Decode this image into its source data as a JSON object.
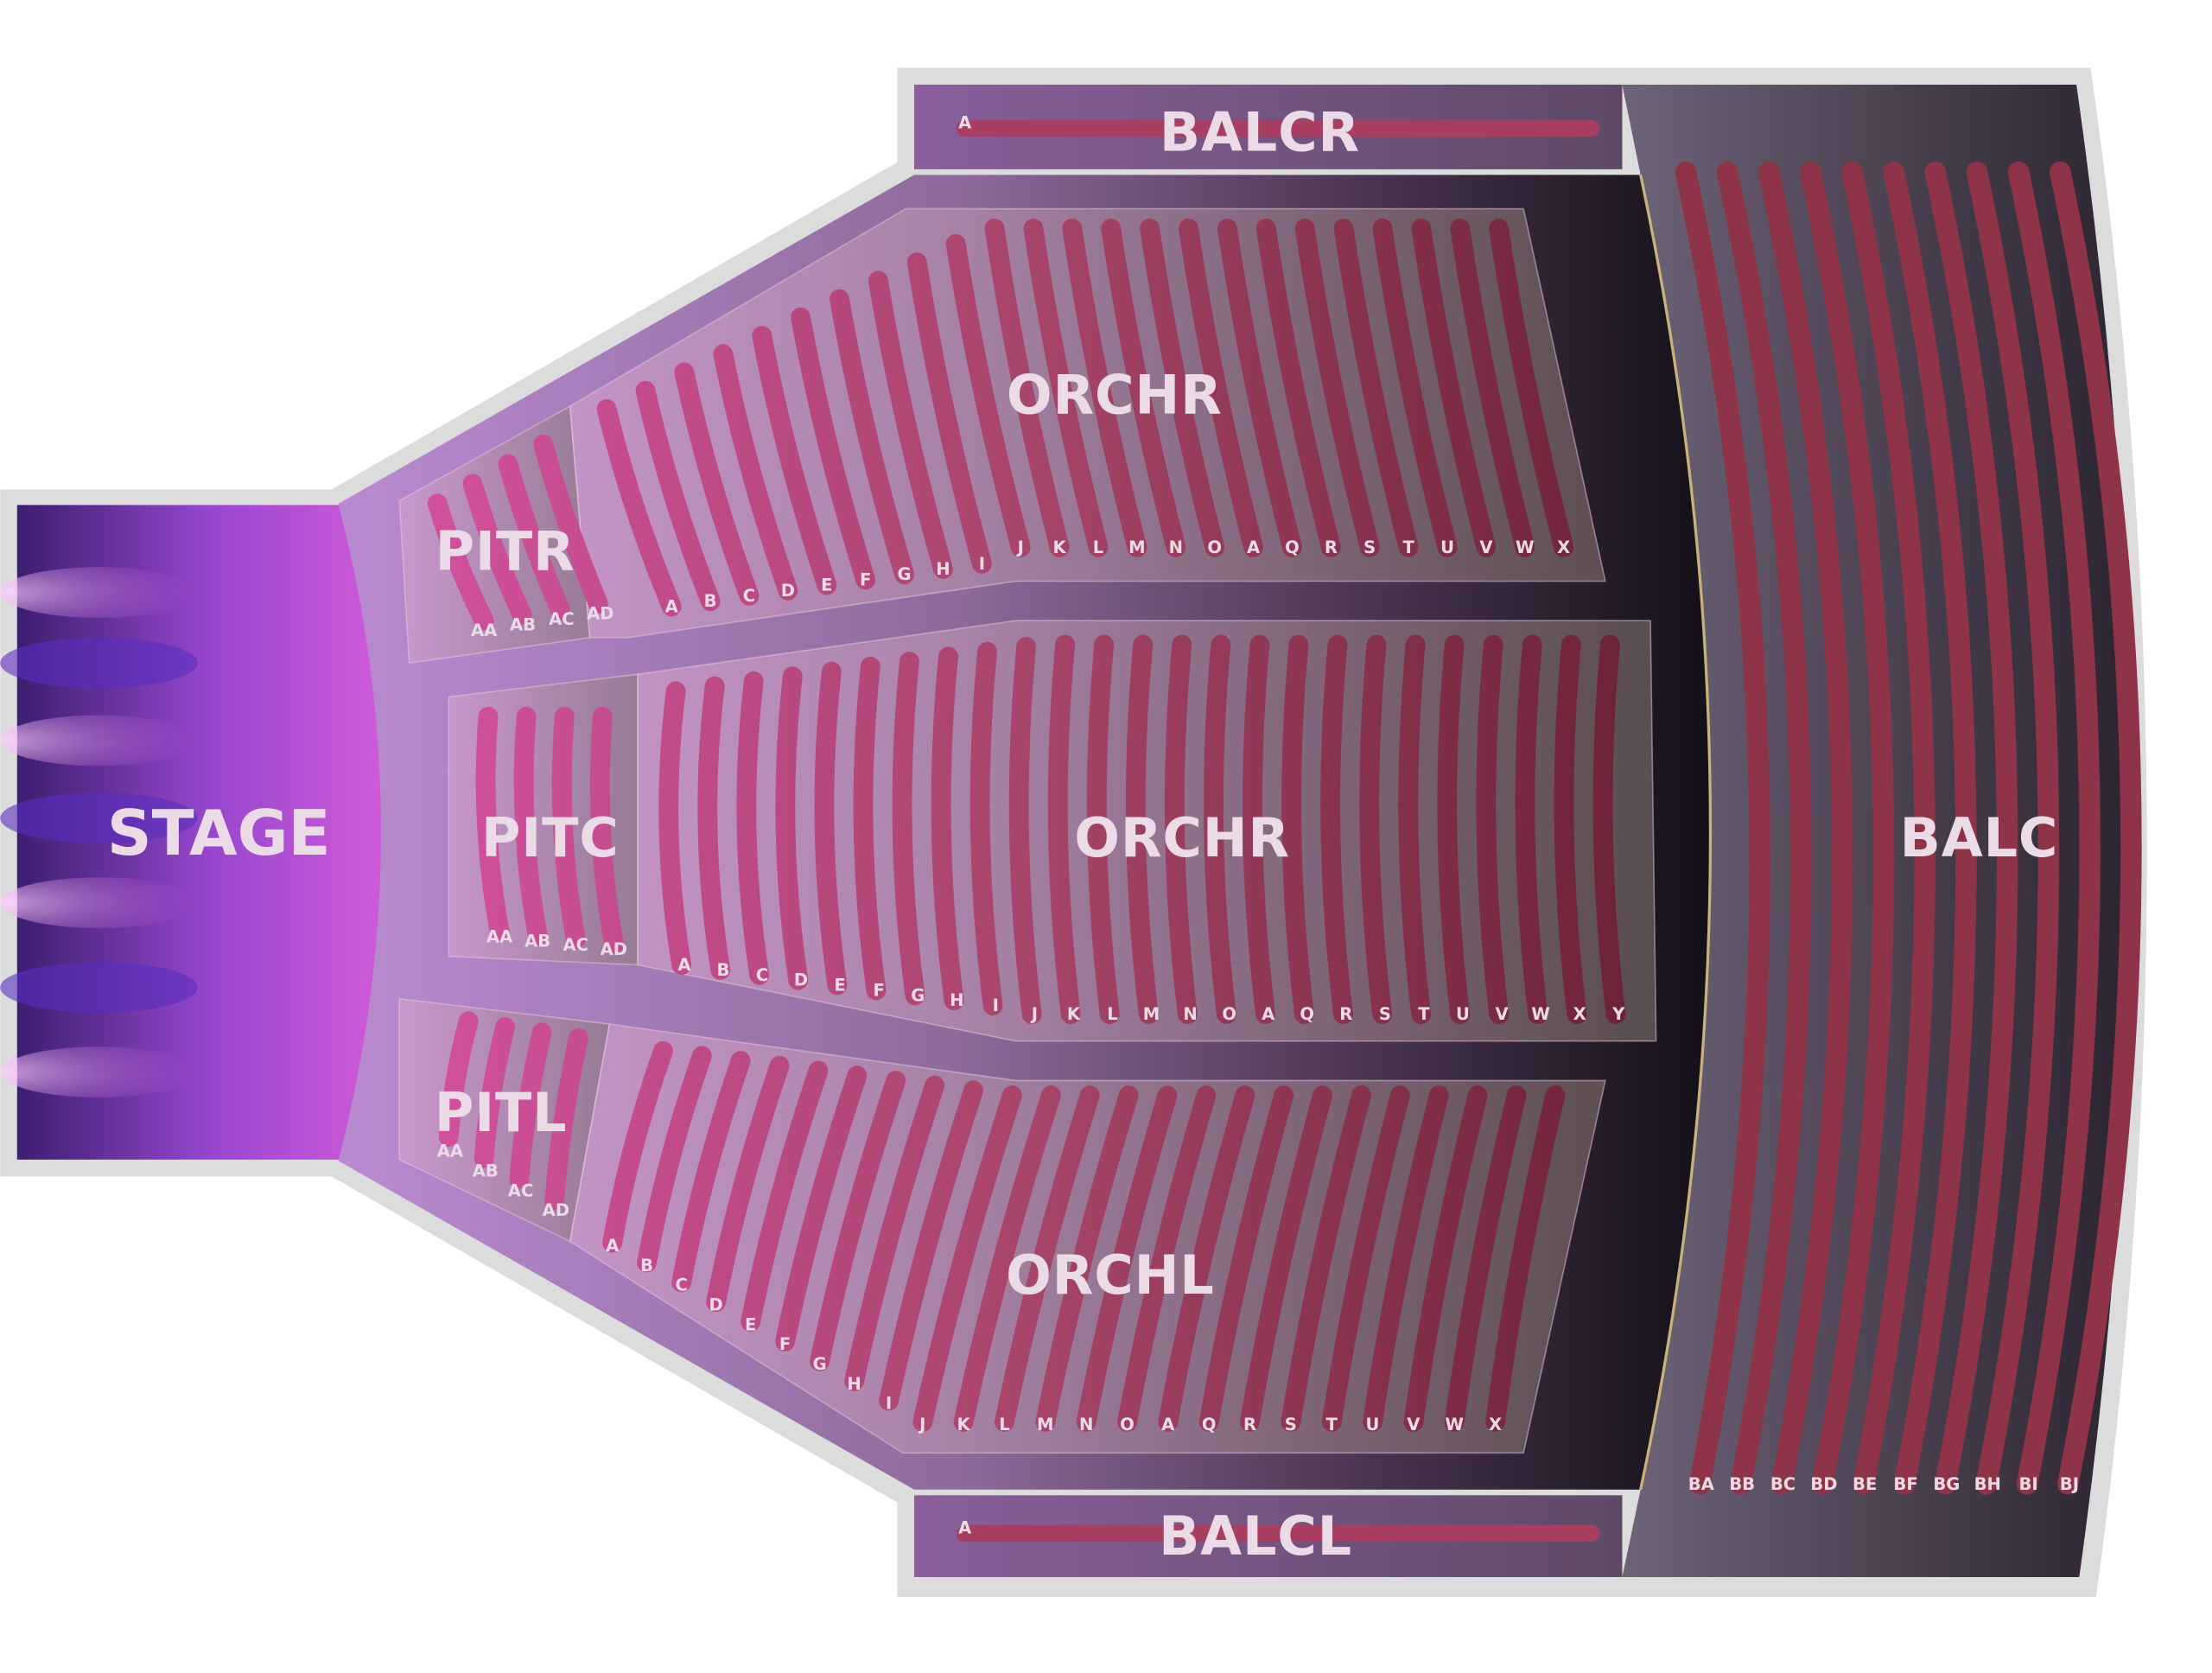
{
  "stage": {
    "label": "STAGE"
  },
  "sections": {
    "balcr": {
      "label": "BALCR",
      "rows": [
        "A"
      ]
    },
    "balcl": {
      "label": "BALCL",
      "rows": [
        "A"
      ]
    },
    "balc": {
      "label": "BALC",
      "rows": [
        "BA",
        "BB",
        "BC",
        "BD",
        "BE",
        "BF",
        "BG",
        "BH",
        "BI",
        "BJ"
      ]
    },
    "pitr": {
      "label": "PITR",
      "rows": [
        "AA",
        "AB",
        "AC",
        "AD"
      ]
    },
    "pitc": {
      "label": "PITC",
      "rows": [
        "AA",
        "AB",
        "AC",
        "AD"
      ]
    },
    "pitl": {
      "label": "PITL",
      "rows": [
        "AA",
        "AB",
        "AC",
        "AD"
      ]
    },
    "orchr_top": {
      "label": "ORCHR",
      "rows": [
        "A",
        "B",
        "C",
        "D",
        "E",
        "F",
        "G",
        "H",
        "I",
        "J",
        "K",
        "L",
        "M",
        "N",
        "O",
        "A",
        "Q",
        "R",
        "S",
        "T",
        "U",
        "V",
        "W",
        "X"
      ]
    },
    "orchr_center": {
      "label": "ORCHR",
      "rows": [
        "A",
        "B",
        "C",
        "D",
        "E",
        "F",
        "G",
        "H",
        "I",
        "J",
        "K",
        "L",
        "M",
        "N",
        "O",
        "A",
        "Q",
        "R",
        "S",
        "T",
        "U",
        "V",
        "W",
        "X",
        "Y"
      ]
    },
    "orchl": {
      "label": "ORCHL",
      "rows": [
        "A",
        "B",
        "C",
        "D",
        "E",
        "F",
        "G",
        "H",
        "I",
        "J",
        "K",
        "L",
        "M",
        "N",
        "O",
        "A",
        "Q",
        "R",
        "S",
        "T",
        "U",
        "V",
        "W",
        "X"
      ]
    }
  },
  "colors": {
    "seat_light": "#d2509e",
    "seat_dark": "#6c2237",
    "balc_seat": "#8f3448",
    "border": "#dcdcdc"
  }
}
